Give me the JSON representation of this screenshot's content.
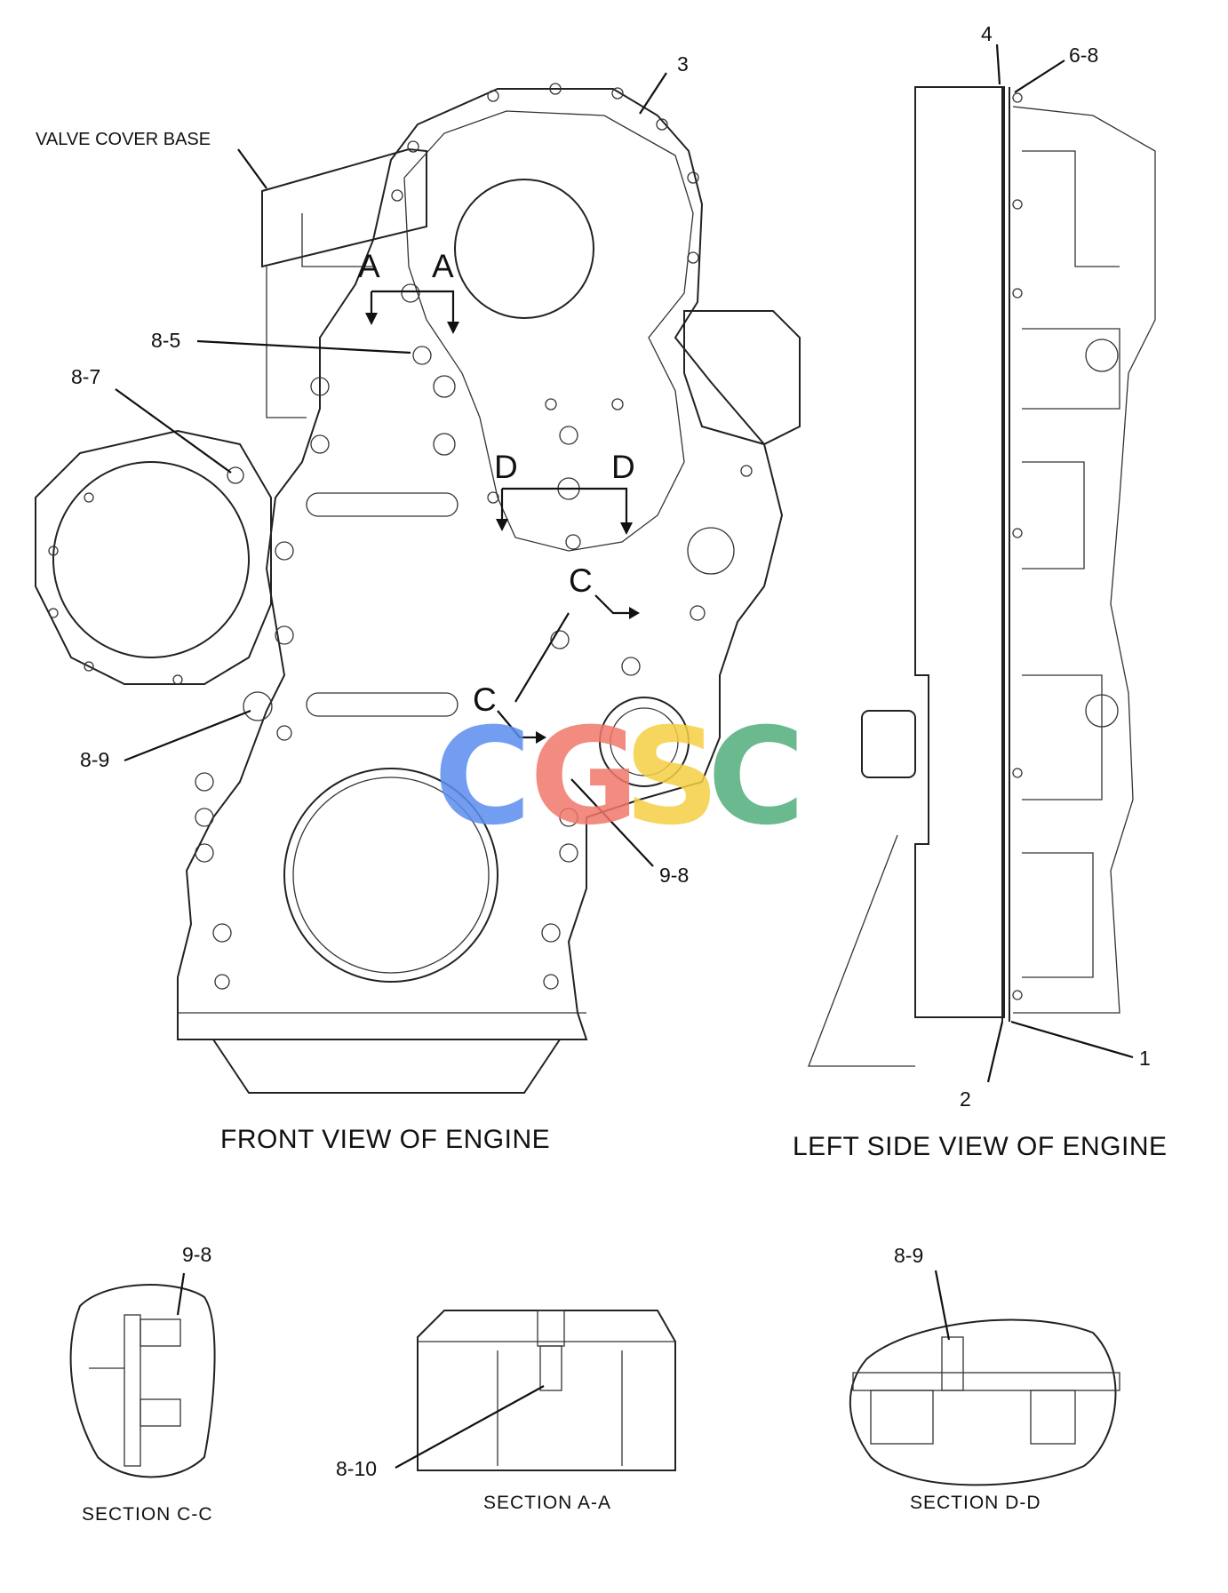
{
  "labels": {
    "valve_cover_base": "VALVE COVER BASE",
    "c3": "3",
    "c4": "4",
    "c6_8": "6-8",
    "c8_5": "8-5",
    "c8_7": "8-7",
    "c8_9": "8-9",
    "c9_8": "9-8",
    "c1": "1",
    "c2": "2",
    "c8_10": "8-10"
  },
  "section_markers": {
    "a": "A",
    "c": "C",
    "d": "D"
  },
  "titles": {
    "front": "FRONT VIEW OF ENGINE",
    "left": "LEFT SIDE VIEW OF ENGINE",
    "section_cc": "SECTION  C-C",
    "section_aa": "SECTION  A-A",
    "section_dd": "SECTION  D-D"
  },
  "watermark": {
    "letters": [
      "C",
      "G",
      "S",
      "C"
    ],
    "colors": [
      "#5b8def",
      "#f0776b",
      "#f6cf45",
      "#52ad7c"
    ]
  }
}
